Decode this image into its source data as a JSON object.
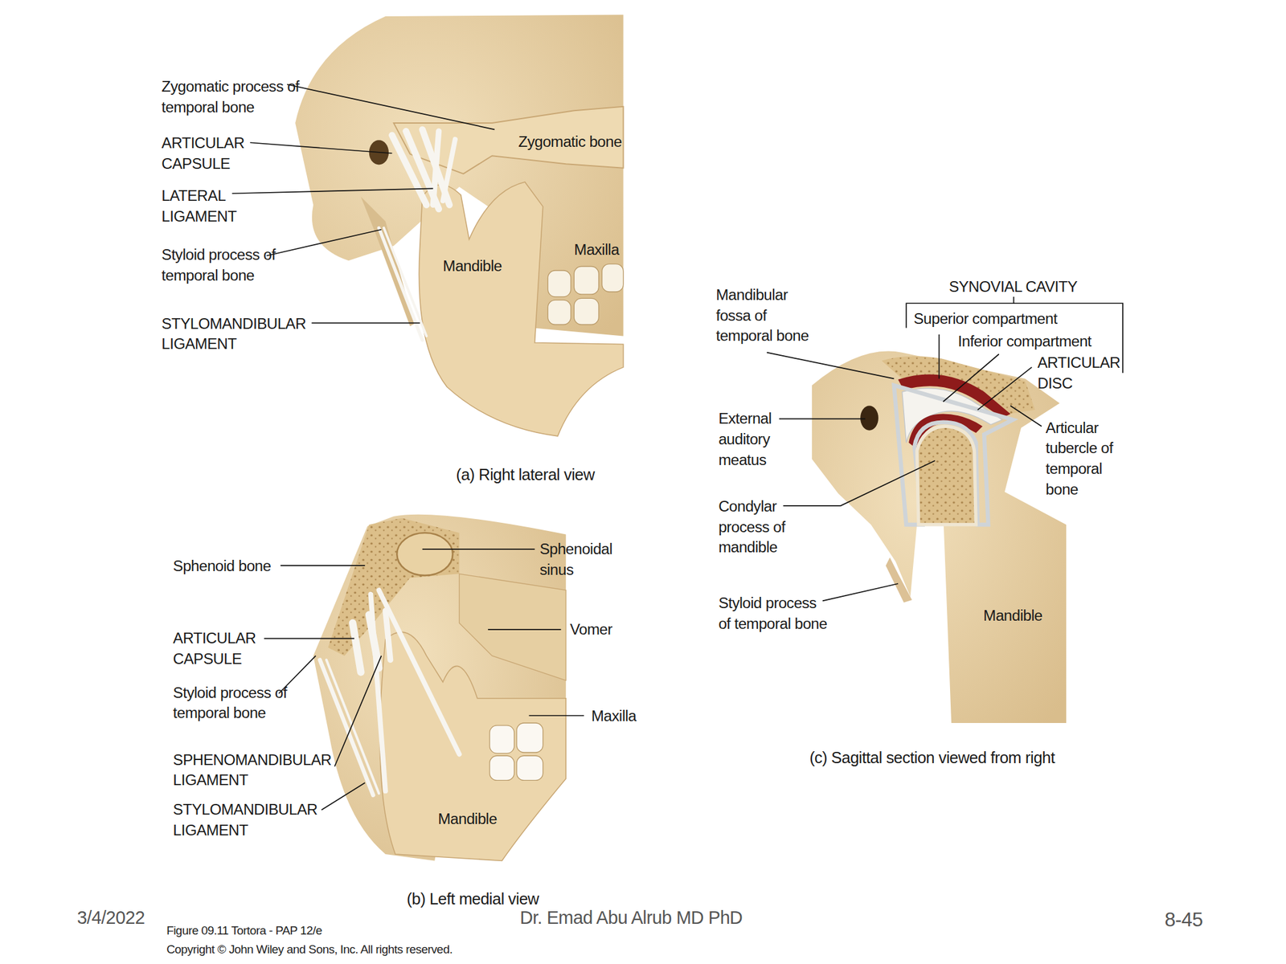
{
  "diagram": {
    "labels": [
      "Zygomatic process of temporal bone",
      "ARTICULAR CAPSULE",
      "LATERAL LIGAMENT",
      "Styloid process of temporal bone",
      "STYLOMANDIBULAR LIGAMENT",
      "Zygomatic bone",
      "Maxilla",
      "Mandible",
      "(a) Right lateral view",
      "Mandibular fossa of temporal bone",
      "SYNOVIAL CAVITY",
      "Superior compartment",
      "Inferior compartment",
      "ARTICULAR DISC",
      "External auditory meatus",
      "Articular tubercle of temporal bone",
      "Condylar process of mandible",
      "Styloid process of temporal bone",
      "Mandible",
      "(c) Sagittal section viewed from right",
      "Sphenoid bone",
      "Sphenoidal sinus",
      "ARTICULAR CAPSULE",
      "Vomer",
      "Styloid process of temporal bone",
      "Maxilla",
      "SPHENOMANDIBULAR LIGAMENT",
      "STYLOMANDIBULAR LIGAMENT",
      "Mandible",
      "(b) Left medial view",
      "3/4/2022",
      "Dr. Emad Abu Alrub MD PhD",
      "8-45",
      "Figure 09.11 Tortora - PAP 12/e",
      "Copyright © John Wiley and Sons, Inc. All rights reserved."
    ]
  }
}
